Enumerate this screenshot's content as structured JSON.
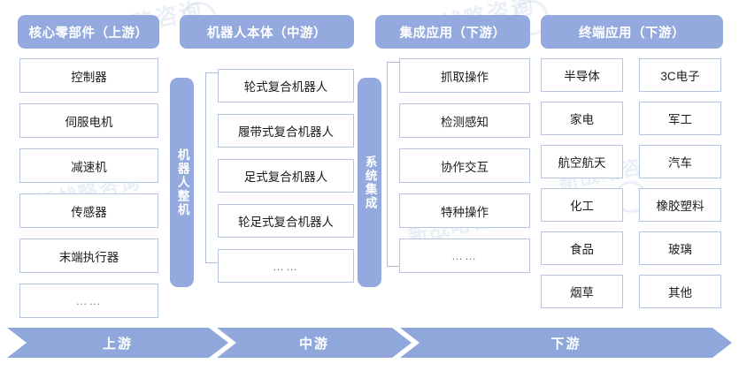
{
  "theme": {
    "header_bg": "#94aade",
    "box_border": "#b5c5e2",
    "bar_bg": "#94aade",
    "chevron_bg": "#8fa7da",
    "text": "#1d1d1d",
    "page_bg": "#ffffff"
  },
  "columns": [
    {
      "id": "upstream-core-components",
      "header": "核心零部件（上游）",
      "items": [
        "控制器",
        "伺服电机",
        "减速机",
        "传感器",
        "末端执行器",
        "……"
      ]
    },
    {
      "id": "midstream-robot-body",
      "header": "机器人本体（中游）",
      "items": [
        "轮式复合机器人",
        "履带式复合机器人",
        "足式复合机器人",
        "轮足式复合机器人",
        "……"
      ]
    },
    {
      "id": "downstream-integrated-application",
      "header": "集成应用（下游）",
      "items": [
        "抓取操作",
        "检测感知",
        "协作交互",
        "特种操作",
        "……"
      ]
    },
    {
      "id": "downstream-terminal-application",
      "header": "终端应用（下游）",
      "items_left": [
        "半导体",
        "家电",
        "航空航天",
        "化工",
        "食品",
        "烟草"
      ],
      "items_right": [
        "3C电子",
        "军工",
        "汽车",
        "橡胶塑料",
        "玻璃",
        "其他"
      ]
    }
  ],
  "vertical_bars": [
    {
      "id": "robot-complete-machine",
      "label": "机器人整机"
    },
    {
      "id": "system-integration",
      "label": "系统集成"
    }
  ],
  "flow_band": [
    {
      "id": "upstream",
      "label": "上游"
    },
    {
      "id": "midstream",
      "label": "中游"
    },
    {
      "id": "downstream",
      "label": "下游"
    }
  ],
  "watermark": {
    "text": "新战略咨询"
  }
}
